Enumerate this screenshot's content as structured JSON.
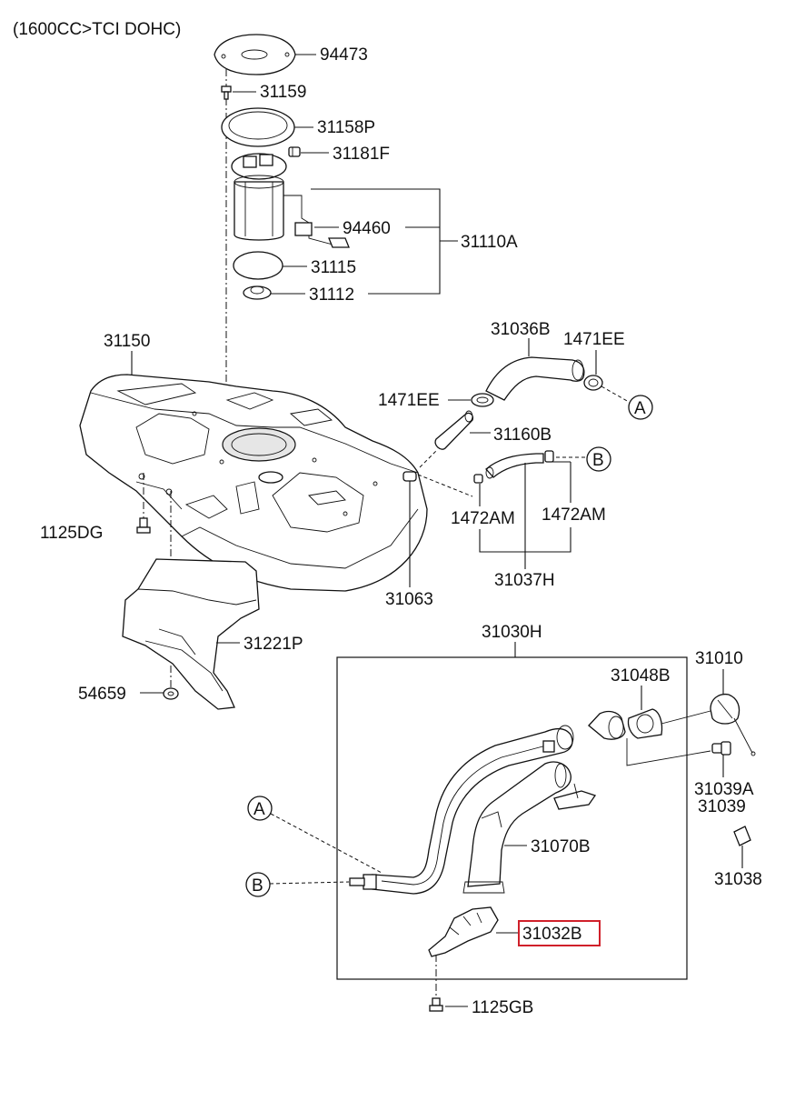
{
  "header": "(1600CC>TCI DOHC)",
  "parts": {
    "p94473": "94473",
    "p31159": "31159",
    "p31158P": "31158P",
    "p31181F": "31181F",
    "p94460": "94460",
    "p31110A": "31110A",
    "p31115": "31115",
    "p31112": "31112",
    "p31150": "31150",
    "p31036B": "31036B",
    "p1471EE_a": "1471EE",
    "p1471EE_b": "1471EE",
    "p31160B": "31160B",
    "p1472AM_a": "1472AM",
    "p1472AM_b": "1472AM",
    "p31037H": "31037H",
    "p31063": "31063",
    "p1125DG": "1125DG",
    "p31221P": "31221P",
    "p54659": "54659",
    "p31030H": "31030H",
    "p31048B": "31048B",
    "p31010": "31010",
    "p31039A": "31039A",
    "p31039": "31039",
    "p31038": "31038",
    "p31070B": "31070B",
    "p31032B": "31032B",
    "p1125GB": "1125GB"
  },
  "markers": {
    "a_top": "A",
    "b_top": "B",
    "a_bottom": "A",
    "b_bottom": "B"
  },
  "highlight_color": "#d0202a"
}
